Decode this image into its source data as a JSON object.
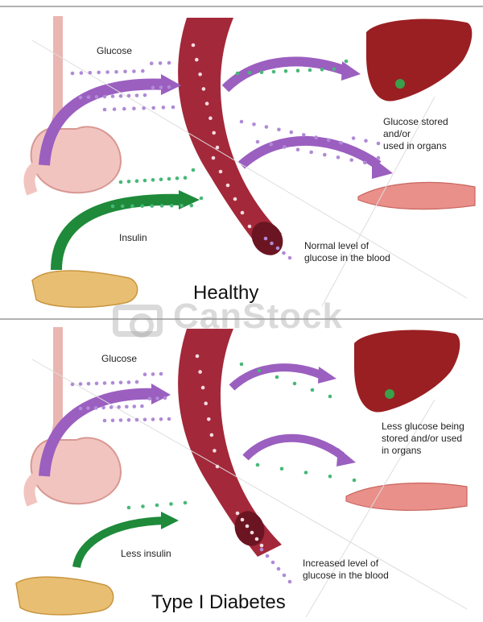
{
  "healthy": {
    "glucose_label": "Glucose",
    "insulin_label": "Insulin",
    "stored_label_lines": [
      "Glucose stored",
      "and/or",
      "used in organs"
    ],
    "blood_label_lines": [
      "Normal level of",
      "glucose in the blood"
    ],
    "title": "Healthy"
  },
  "diabetes": {
    "glucose_label": "Glucose",
    "insulin_label": "Less insulin",
    "stored_label_lines": [
      "Less glucose being",
      "stored and/or used",
      "in organs"
    ],
    "blood_label_lines": [
      "Increased level of",
      "glucose in the blood"
    ],
    "title": "Type I Diabetes"
  },
  "watermark": "CanStock",
  "colors": {
    "glucose_arrow": "#9b5fc0",
    "insulin_arrow": "#1e8a3a",
    "vessel": "#a3283a",
    "liver": "#9a1f22",
    "stomach": "#f2c4c0",
    "muscle": "#e9908a",
    "pancreas": "#e8bf72"
  }
}
